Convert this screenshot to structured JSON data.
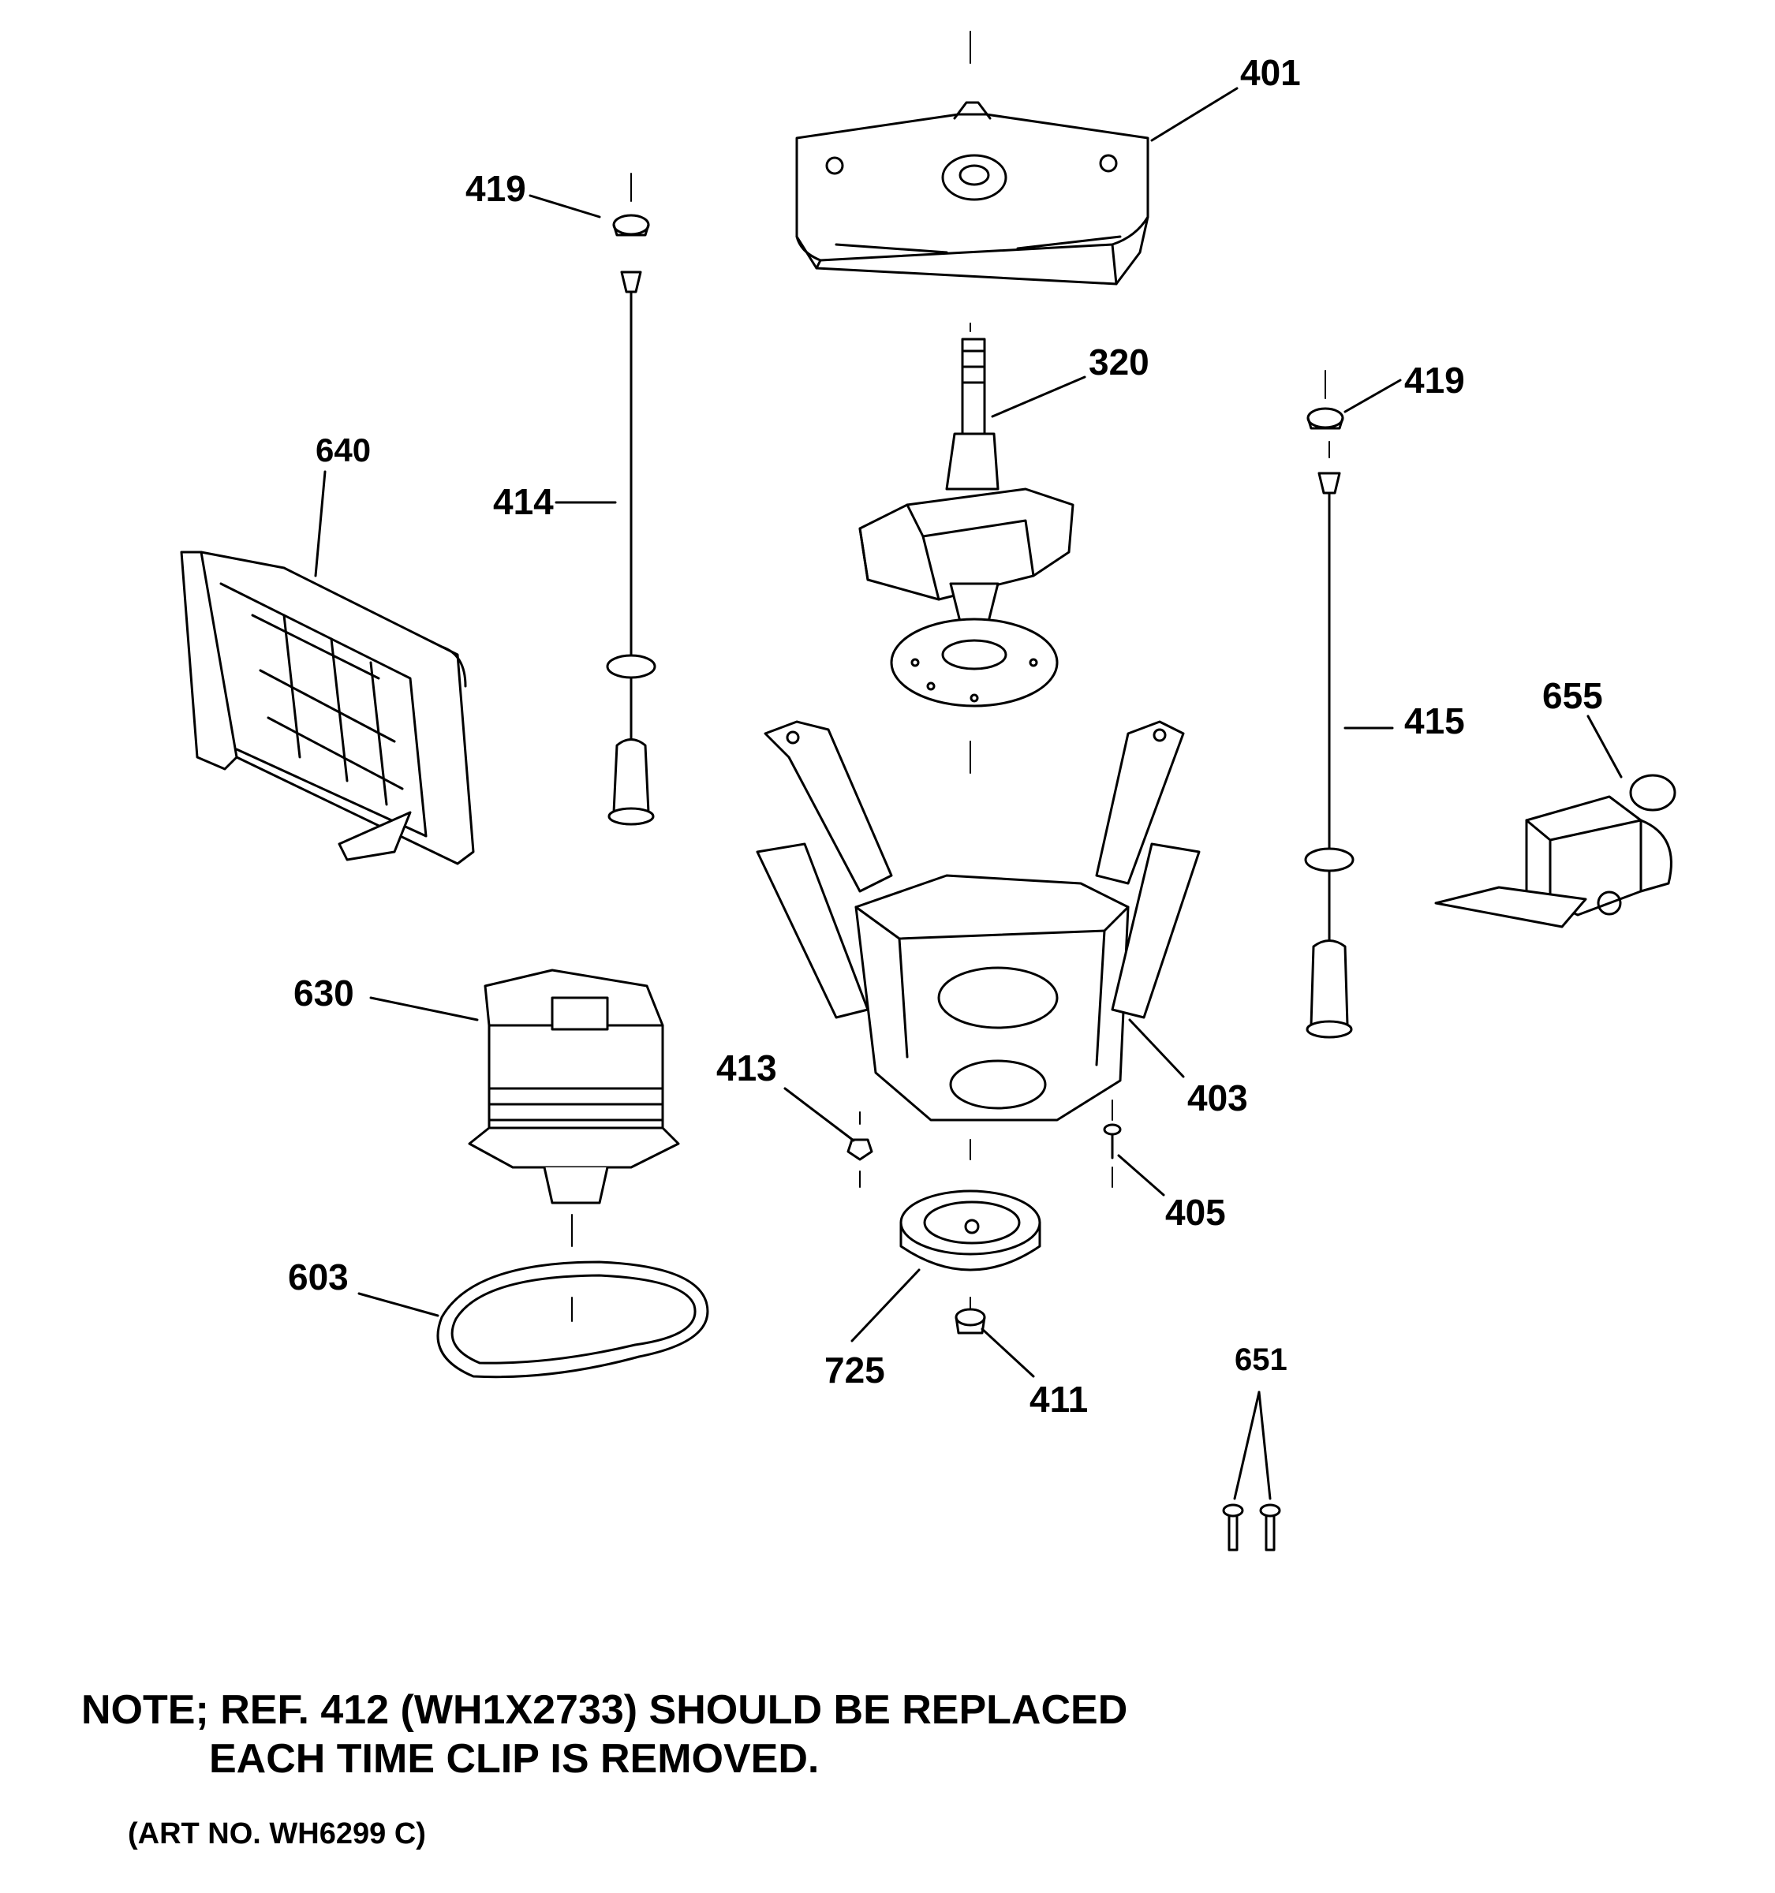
{
  "callouts": {
    "c401": "401",
    "c419a": "419",
    "c320": "320",
    "c419b": "419",
    "c640": "640",
    "c414": "414",
    "c415": "415",
    "c655": "655",
    "c630": "630",
    "c413": "413",
    "c403": "403",
    "c405": "405",
    "c603": "603",
    "c725": "725",
    "c411": "411",
    "c651": "651"
  },
  "note": {
    "line1": "NOTE; REF. 412 (WH1X2733) SHOULD BE REPLACED",
    "line2": "EACH TIME CLIP IS REMOVED."
  },
  "art_number": "(ART NO. WH6299 C)"
}
